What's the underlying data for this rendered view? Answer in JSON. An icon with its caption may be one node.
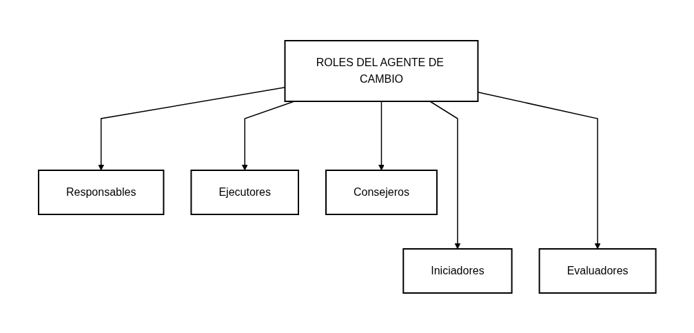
{
  "diagram": {
    "nodes": [
      {
        "text": [
          "ROLES DEL AGENTE DE CAMBIO"
        ]
      },
      {
        "text": [
          "Responsables"
        ]
      },
      {
        "text": [
          "Ejecutores"
        ]
      },
      {
        "text": [
          "Consejeros"
        ]
      },
      {
        "text": [
          "Iniciadores"
        ]
      },
      {
        "text": [
          "Evaluadores"
        ]
      }
    ],
    "edges": [
      {
        "from": 0,
        "to": 1,
        "arrow": "to"
      },
      {
        "from": 0,
        "to": 4,
        "arrow": "to"
      },
      {
        "from": 0,
        "to": 2,
        "arrow": "to"
      },
      {
        "from": 0,
        "to": 5,
        "arrow": "to"
      },
      {
        "from": 0,
        "to": 3,
        "arrow": "to"
      }
    ]
  }
}
